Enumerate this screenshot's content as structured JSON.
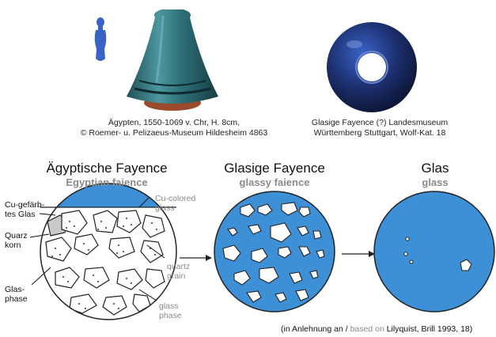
{
  "top_captions": {
    "bell": [
      "Ägypten, 1550-1069  v. Chr, H. 8cm,",
      "© Roemer- u. Pelizaeus-Museum Hildesheim 4863"
    ],
    "bead": [
      "Glasige Fayence (?) Landesmuseum",
      "Württemberg Stuttgart, Wolf-Kat. 18"
    ]
  },
  "panels": [
    {
      "title": "Ägyptische Fayence",
      "subtitle": "Egyptian faience"
    },
    {
      "title": "Glasige Fayence",
      "subtitle": "glassy faience"
    },
    {
      "title": "Glas",
      "subtitle": "glass"
    }
  ],
  "labels_de": {
    "cu_glass": [
      "Cu-gefärb-",
      "tes Glas"
    ],
    "quartz": [
      "Quarz",
      "korn"
    ],
    "glass_phase": [
      "Glas-",
      "phase"
    ]
  },
  "labels_en": {
    "cu_glass": [
      "Cu-colored",
      "glass"
    ],
    "quartz": [
      "quartz",
      "grain"
    ],
    "glass_phase": [
      "glass",
      "phase"
    ]
  },
  "credit": {
    "open": "(in Anlehnung an / ",
    "based": "based on",
    "rest": " Lilyquist, Brill 1993, 18)"
  },
  "colors": {
    "blue": "#3d8fd6",
    "dark_blue_bead": "#1c2f6e",
    "bell_teal": "#2e6f77",
    "grey_label": "#8a8a8a"
  },
  "icons": [
    "blue-figurine-icon",
    "faience-bell-photo",
    "faience-bead-photo"
  ]
}
